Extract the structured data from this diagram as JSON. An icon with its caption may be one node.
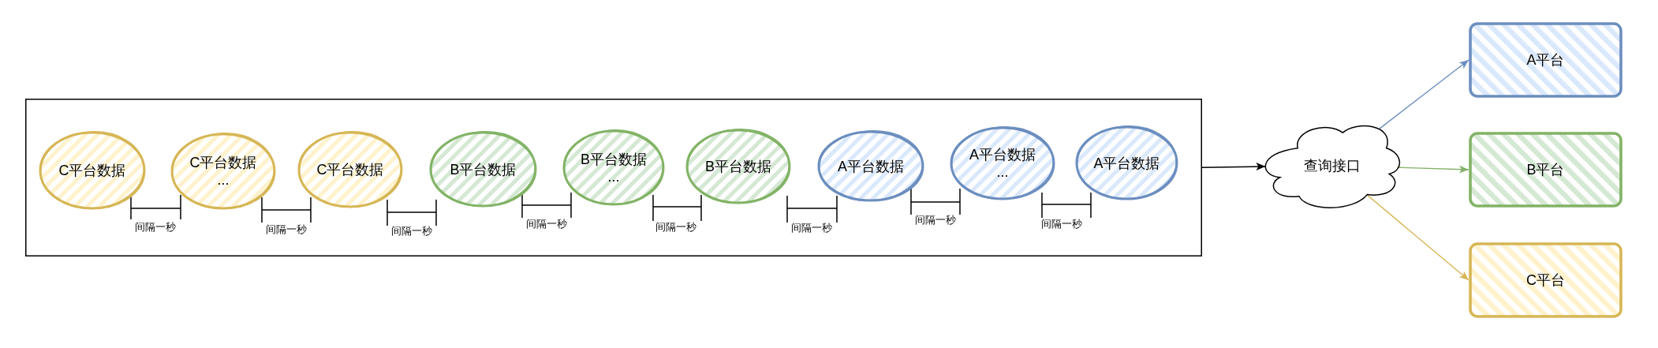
{
  "diagram": {
    "nodes": [
      {
        "text": [],
        "shape": "box"
      },
      {
        "text": [
          "C平台数据"
        ],
        "in": 0
      },
      {
        "text": [
          "C平台数据",
          "..."
        ],
        "in": 0
      },
      {
        "text": [
          "C平台数据"
        ],
        "in": 0
      },
      {
        "text": [
          "B平台数据"
        ],
        "in": 0
      },
      {
        "text": [
          "B平台数据",
          "..."
        ],
        "in": 0
      },
      {
        "text": [
          "B平台数据"
        ],
        "in": 0
      },
      {
        "text": [
          "A平台数据"
        ],
        "in": 0
      },
      {
        "text": [
          "A平台数据",
          "..."
        ],
        "in": 0
      },
      {
        "text": [
          "A平台数据"
        ],
        "in": 0
      },
      {
        "text": [
          "查询接口"
        ]
      },
      {
        "text": [
          "A平台"
        ]
      },
      {
        "text": [
          "B平台"
        ]
      },
      {
        "text": [
          "C平台"
        ]
      }
    ],
    "edges": [
      {
        "from": 0,
        "to": 10,
        "arrow": "to"
      },
      {
        "from": 10,
        "to": 11,
        "arrow": "to",
        "color": "#6c8ebf"
      },
      {
        "from": 10,
        "to": 12,
        "arrow": "to",
        "color": "#82b366"
      },
      {
        "from": 10,
        "to": 13,
        "arrow": "to",
        "color": "#d6b656"
      }
    ],
    "labels": [
      "间隔一秒",
      "间隔一秒",
      "间隔一秒",
      "间隔一秒",
      "间隔一秒",
      "间隔一秒",
      "间隔一秒",
      "间隔一秒"
    ]
  }
}
